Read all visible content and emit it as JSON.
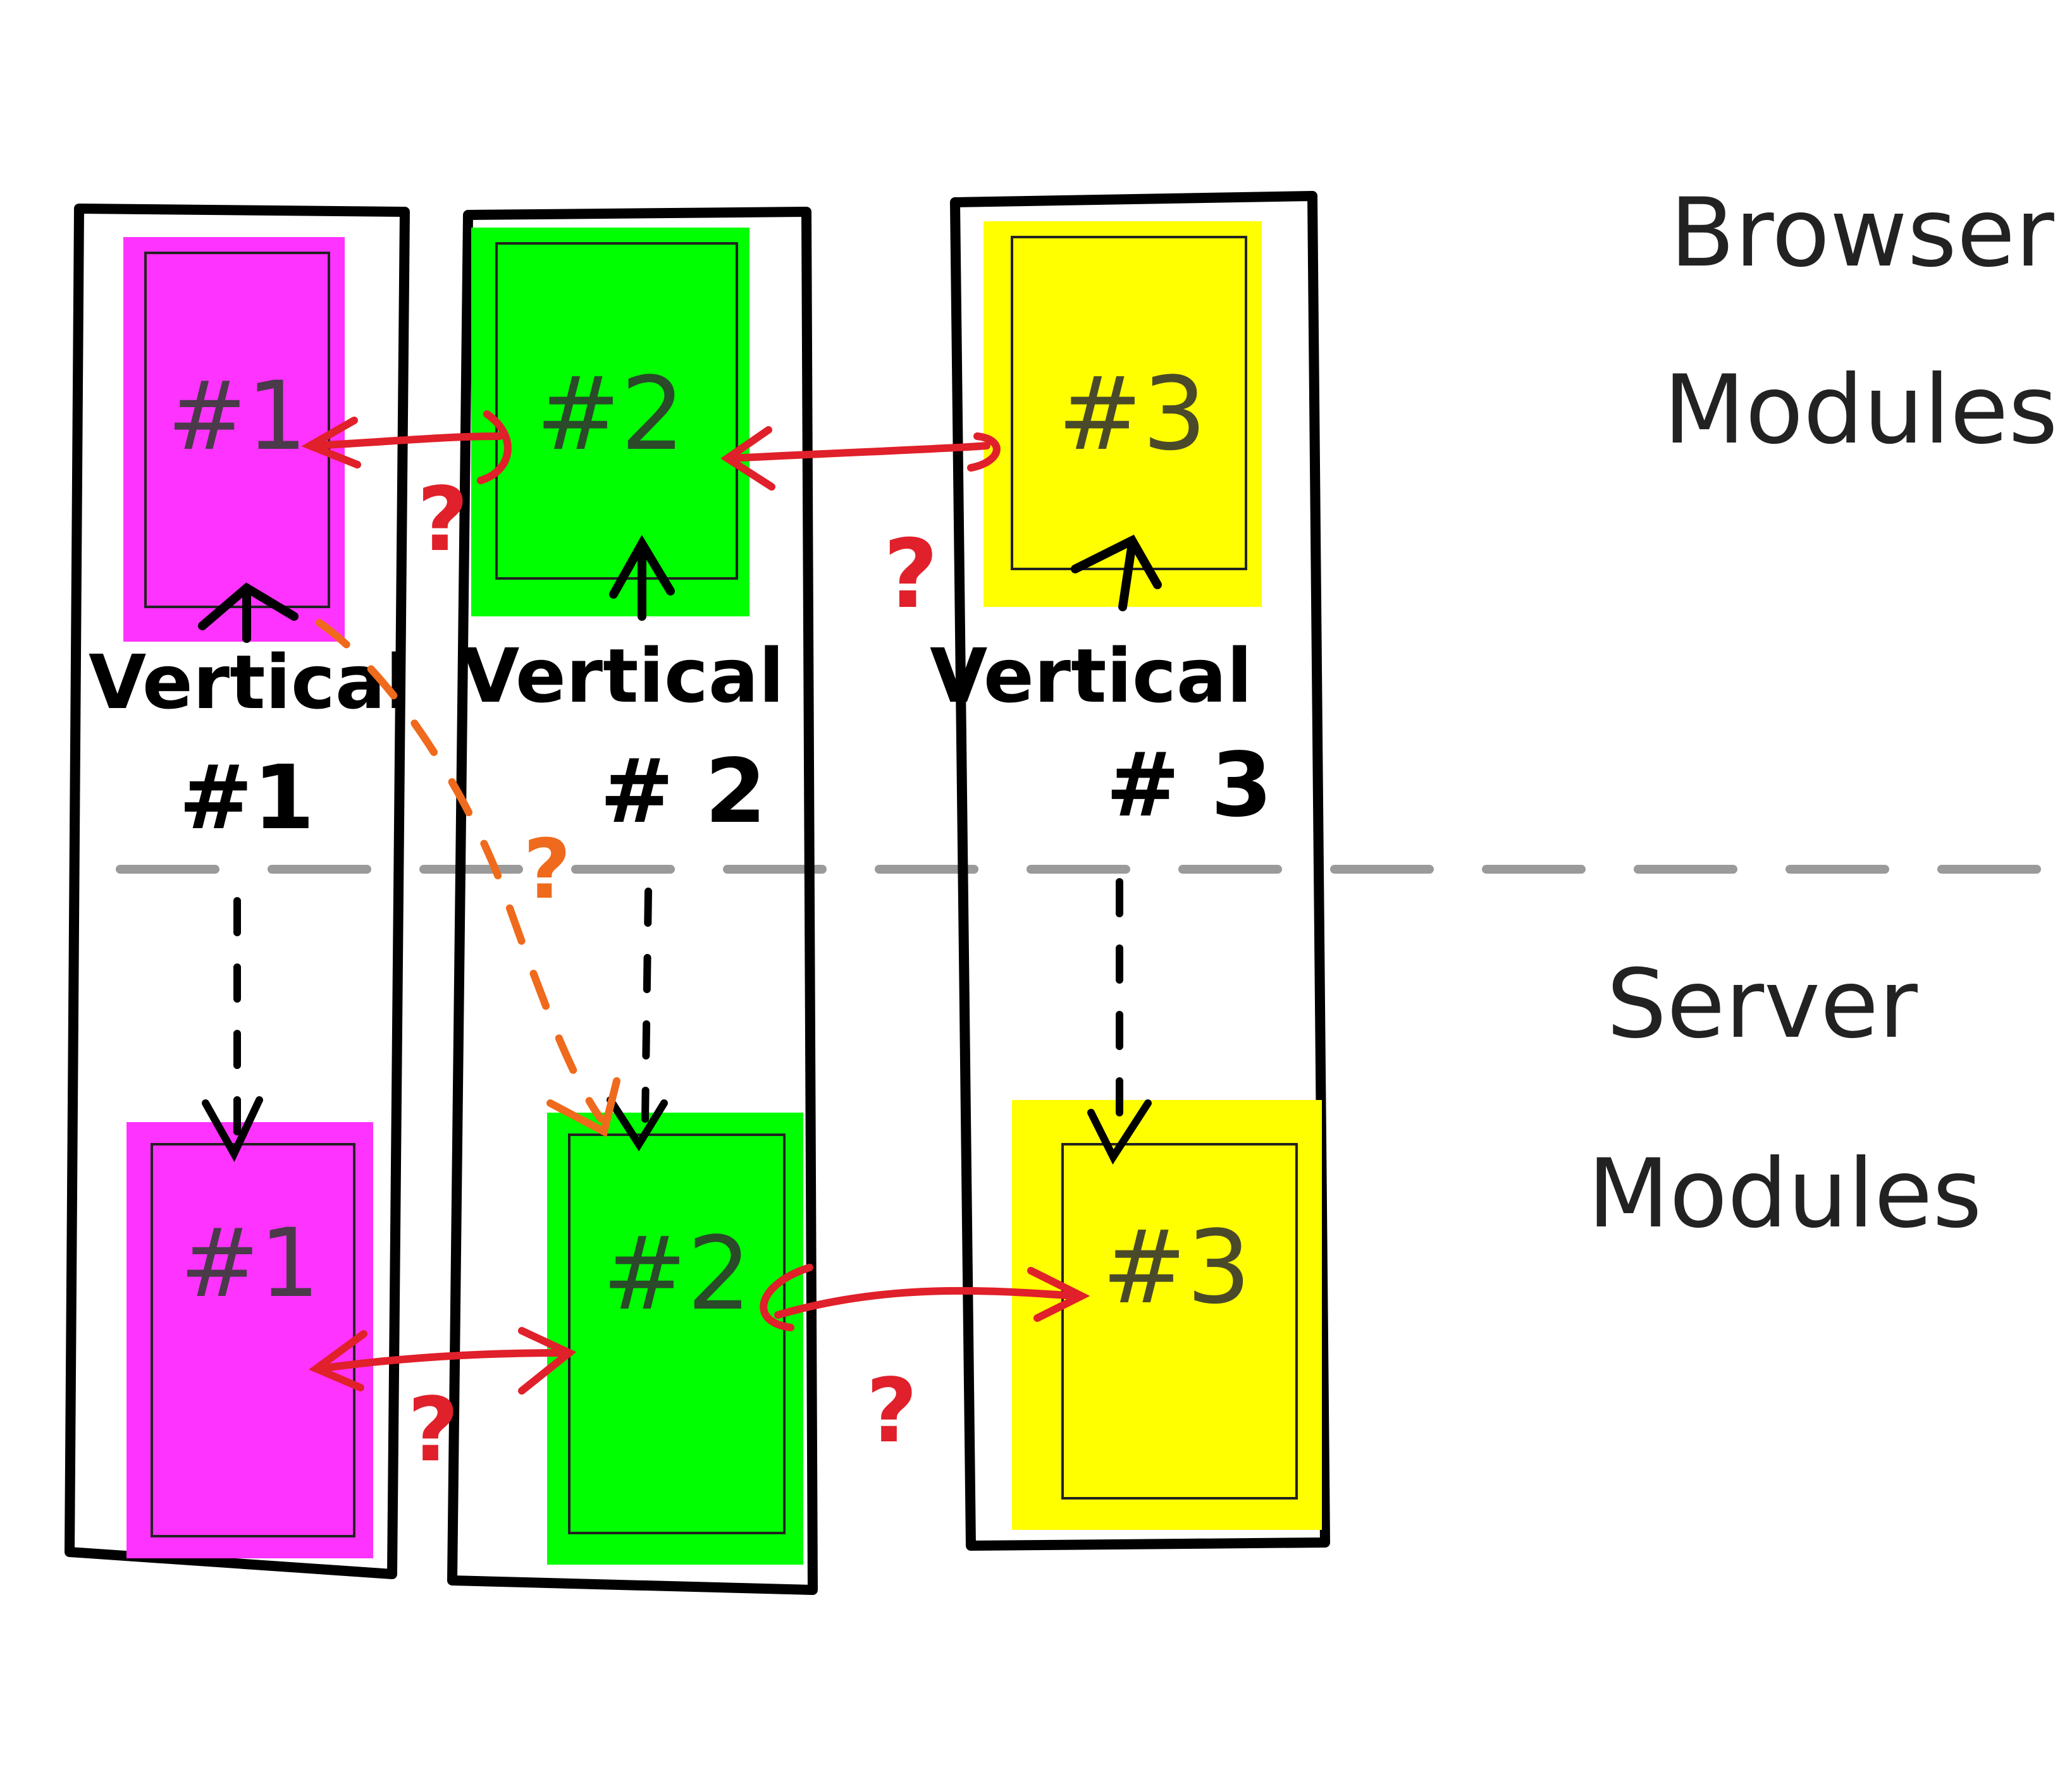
{
  "layer_labels": {
    "browser": [
      "Browser",
      "Modules"
    ],
    "server": [
      "Server",
      "Modules"
    ]
  },
  "verticals": [
    {
      "caption_word": "Vertical",
      "caption_number": "#1",
      "browser_module": "#1",
      "server_module": "#1",
      "color": "#ff33ff"
    },
    {
      "caption_word": "Vertical",
      "caption_number": "# 2",
      "browser_module": "#2",
      "server_module": "#2",
      "color": "#00ff00"
    },
    {
      "caption_word": "Vertical",
      "caption_number": "# 3",
      "browser_module": "#3",
      "server_module": "#3",
      "color": "#ffff00"
    }
  ],
  "question_mark": "?",
  "colors": {
    "outline": "#000000",
    "cross_arrow": "#e0202a",
    "diagonal_arrow": "#ef6a1c",
    "divider": "#9a9a9a"
  }
}
